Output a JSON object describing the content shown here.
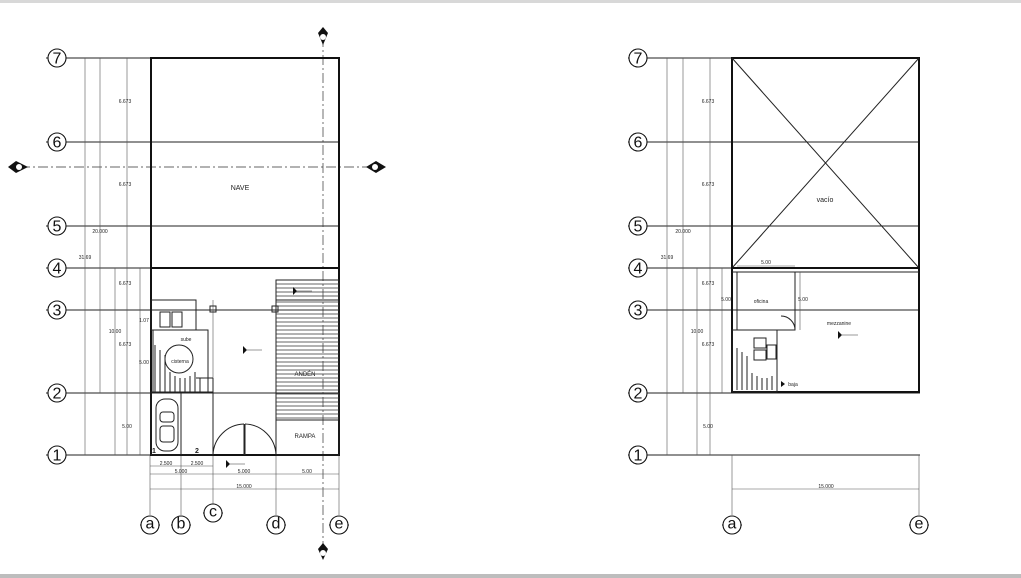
{
  "grid_rows": [
    "7",
    "6",
    "5",
    "4",
    "3",
    "2",
    "1"
  ],
  "grid_cols_left": [
    "a",
    "b",
    "c",
    "d",
    "e"
  ],
  "grid_cols_right": [
    "a",
    "e"
  ],
  "left_plan": {
    "rooms": {
      "nave": "NAVE",
      "anden": "ANDÉN",
      "rampa": "RAMPA",
      "sube": "sube",
      "cisterna": "cisterna",
      "parking_1": "1",
      "parking_2": "2"
    },
    "dims": {
      "bay_76": "6.673",
      "bay_65": "6.673",
      "bay_43": "6.673",
      "bay_32": "6.673",
      "overall_total": "31.69",
      "upper_total": "20.000",
      "lower_total": "10.00",
      "row_21": "5.00",
      "stair": "5.00",
      "small": "1.07",
      "col_ab": "2.500",
      "col_bc": "2.500",
      "col_ac": "5.000",
      "col_cd": "5.000",
      "col_de": "5.00",
      "overall_width": "15.000"
    }
  },
  "right_plan": {
    "rooms": {
      "vacio": "vacío",
      "oficina": "oficina",
      "mezzanine": "mezzanine",
      "baja": "baja"
    },
    "dims": {
      "bay_76": "6.673",
      "bay_65": "6.673",
      "bay_43": "6.673",
      "bay_32": "6.673",
      "overall_total": "31.69",
      "upper_total": "20.000",
      "lower_total": "10.00",
      "row_21": "5.00",
      "office_w": "5.00",
      "office_h": "5.00",
      "overall_width": "15.000"
    }
  }
}
